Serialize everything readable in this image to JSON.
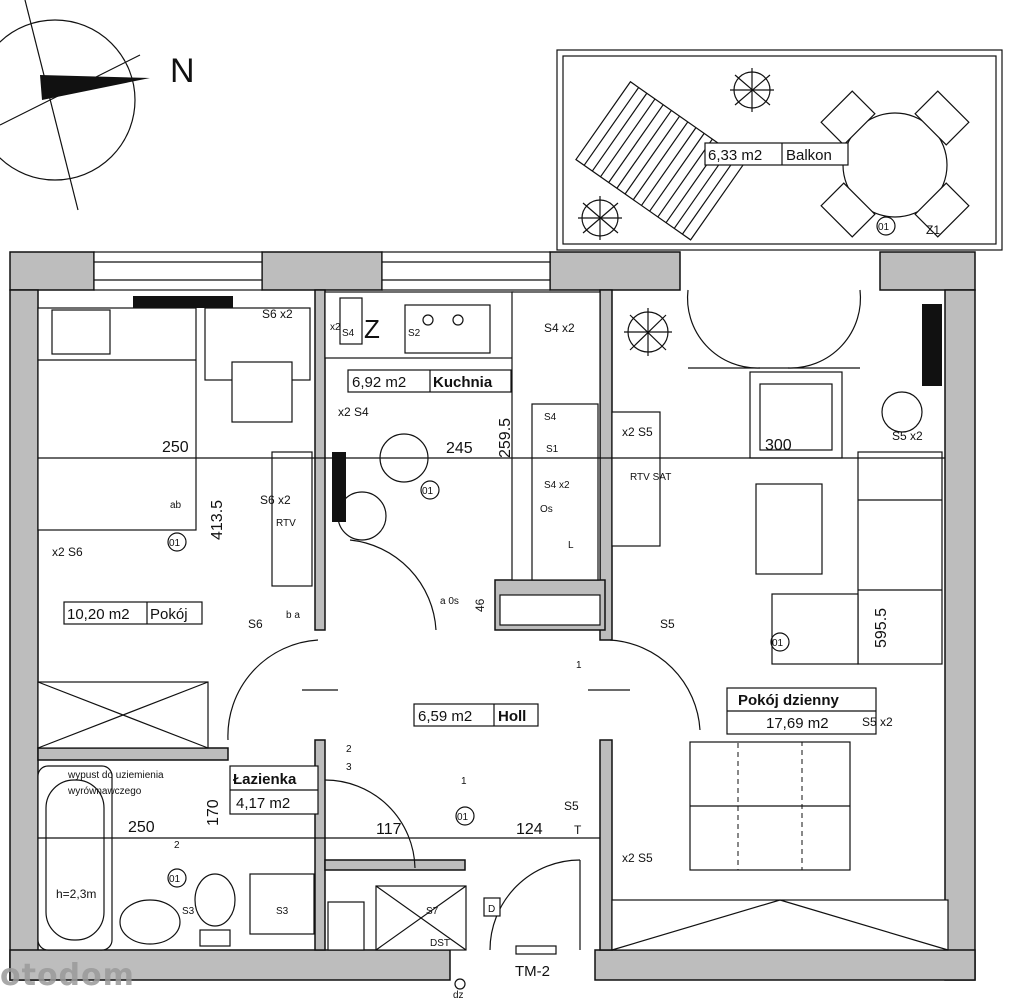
{
  "compass": {
    "north_label": "N"
  },
  "rooms": {
    "balkon": {
      "area": "6,33 m2",
      "name": "Balkon"
    },
    "kuchnia": {
      "area": "6,92 m2",
      "name": "Kuchnia"
    },
    "pokoj": {
      "area": "10,20 m2",
      "name": "Pokój"
    },
    "holl": {
      "area": "6,59 m2",
      "name": "Holl"
    },
    "lazienka": {
      "area": "4,17 m2",
      "name": "Łazienka"
    },
    "dzienny": {
      "area": "17,69 m2",
      "name": "Pokój dzienny"
    }
  },
  "dimensions": {
    "pokoj_width": "250",
    "pokoj_height": "413.5",
    "kuchnia_width": "245",
    "kuchnia_height": "259.5",
    "kuchnia_depth": "46",
    "dzienny_width": "300",
    "dzienny_height": "595.5",
    "lazienka_width": "250",
    "lazienka_height": "170",
    "holl_a": "117",
    "holl_b": "124",
    "bath_height": "h=2,3m"
  },
  "notes": {
    "uziemienie_1": "wypust do uziemienia",
    "uziemienie_2": "wyrównawczego",
    "tm": "TM-2",
    "rtv": "RTV",
    "rtv_sat": "RTV SAT",
    "dz": "dz",
    "d": "D",
    "dst": "DST"
  },
  "symbols": {
    "s6x2": "S6 x2",
    "s4x2": "S4 x2",
    "x2s4": "x2 S4",
    "s5x2": "S5 x2",
    "x2s5": "x2 S5",
    "x2s6": "x2 S6",
    "s1": "S1",
    "s2": "S2",
    "s3": "S3",
    "s4": "S4",
    "s5": "S5",
    "s6": "S6",
    "s7": "S7",
    "o1": "01",
    "ab": "ab",
    "z": "Z",
    "z1": "Z1",
    "one": "1",
    "two": "2",
    "three": "3",
    "t": "T",
    "x2": "x2",
    "os": "Os",
    "l": "L",
    "ba": "b a",
    "a46": "a 0s"
  },
  "watermark": "otodom"
}
